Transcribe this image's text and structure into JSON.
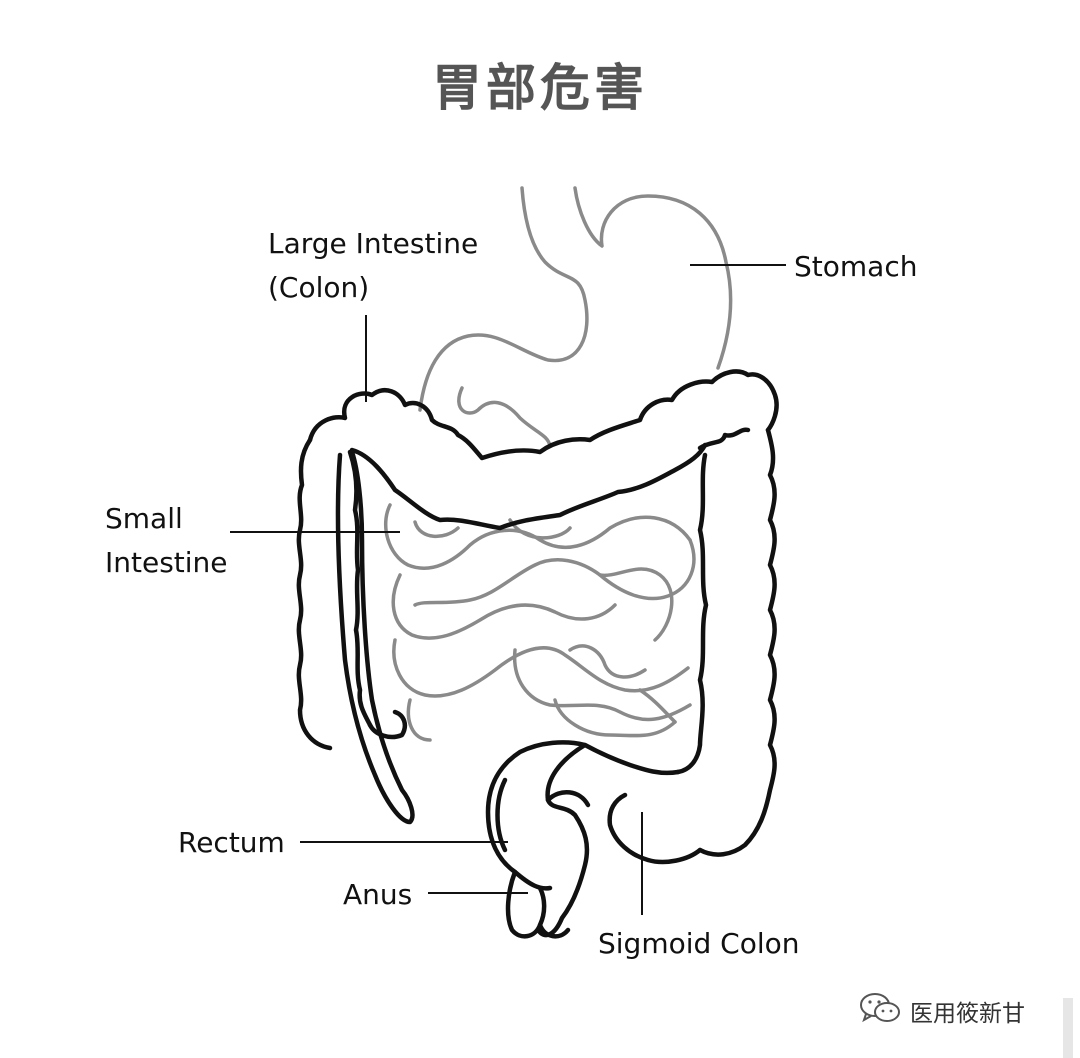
{
  "title": "胃部危害",
  "labels": {
    "large_intestine_1": "Large Intestine",
    "large_intestine_2": "(Colon)",
    "stomach": "Stomach",
    "small_intestine_1": "Small",
    "small_intestine_2": "Intestine",
    "rectum": "Rectum",
    "anus": "Anus",
    "sigmoid_colon": "Sigmoid Colon"
  },
  "watermark": {
    "text": "医用筱新甘",
    "icon": "wechat-icon"
  },
  "colors": {
    "title": "#555555",
    "outline": "#111111",
    "organ_gray": "#8a8a8a"
  }
}
